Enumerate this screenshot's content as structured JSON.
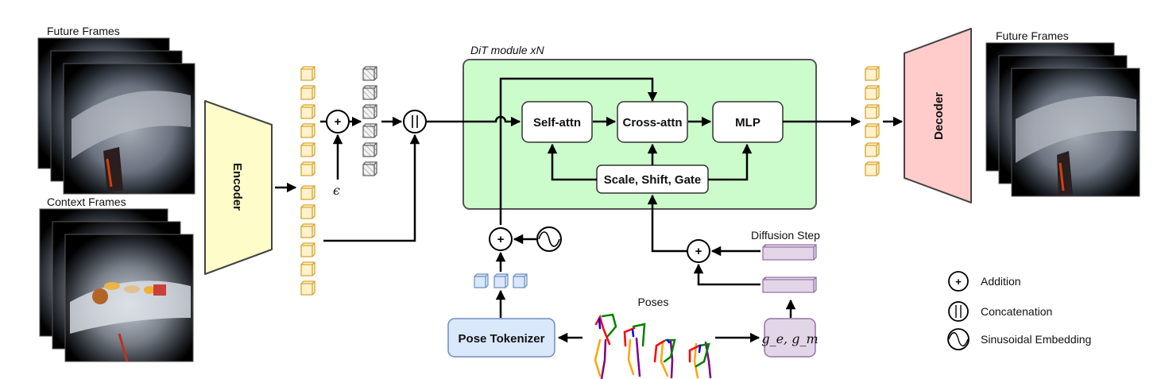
{
  "figure": {
    "title": "Pose-conditioned video diffusion architecture",
    "inputs": {
      "future_frames_label": "Future Frames",
      "context_frames_label": "Context Frames"
    },
    "encoder": {
      "label": "Encoder",
      "color": "#fefcc8"
    },
    "decoder": {
      "label": "Decoder",
      "color": "#ffcccb"
    },
    "output": {
      "future_frames_label": "Future Frames"
    },
    "noise_symbol": "ϵ",
    "dit_module": {
      "label": "DiT module xN",
      "color": "#ccfccb",
      "blocks": {
        "self_attn": "Self-attn",
        "cross_attn": "Cross-attn",
        "mlp": "MLP",
        "modulation": "Scale, Shift, Gate"
      }
    },
    "pose_branch": {
      "tokenizer_label": "Pose Tokenizer",
      "tokenizer_color": "#dae8fc",
      "poses_label": "Poses",
      "pose_count": 4,
      "token_count": 3
    },
    "conditioning": {
      "diffusion_step_label": "Diffusion Step",
      "embedding_fn_label": "g_e, g_m",
      "color": "#e1d5e7"
    },
    "tokens": {
      "latent_color": "#fff2cc",
      "latent_border": "#d6b656",
      "noisy_count": 6,
      "future_latent_count": 6,
      "context_latent_count": 6,
      "output_latent_count": 6
    },
    "legend": [
      {
        "symbol": "+",
        "label": "Addition"
      },
      {
        "symbol": "||",
        "label": "Concatenation"
      },
      {
        "symbol": "~",
        "label": "Sinusoidal Embedding"
      }
    ]
  }
}
